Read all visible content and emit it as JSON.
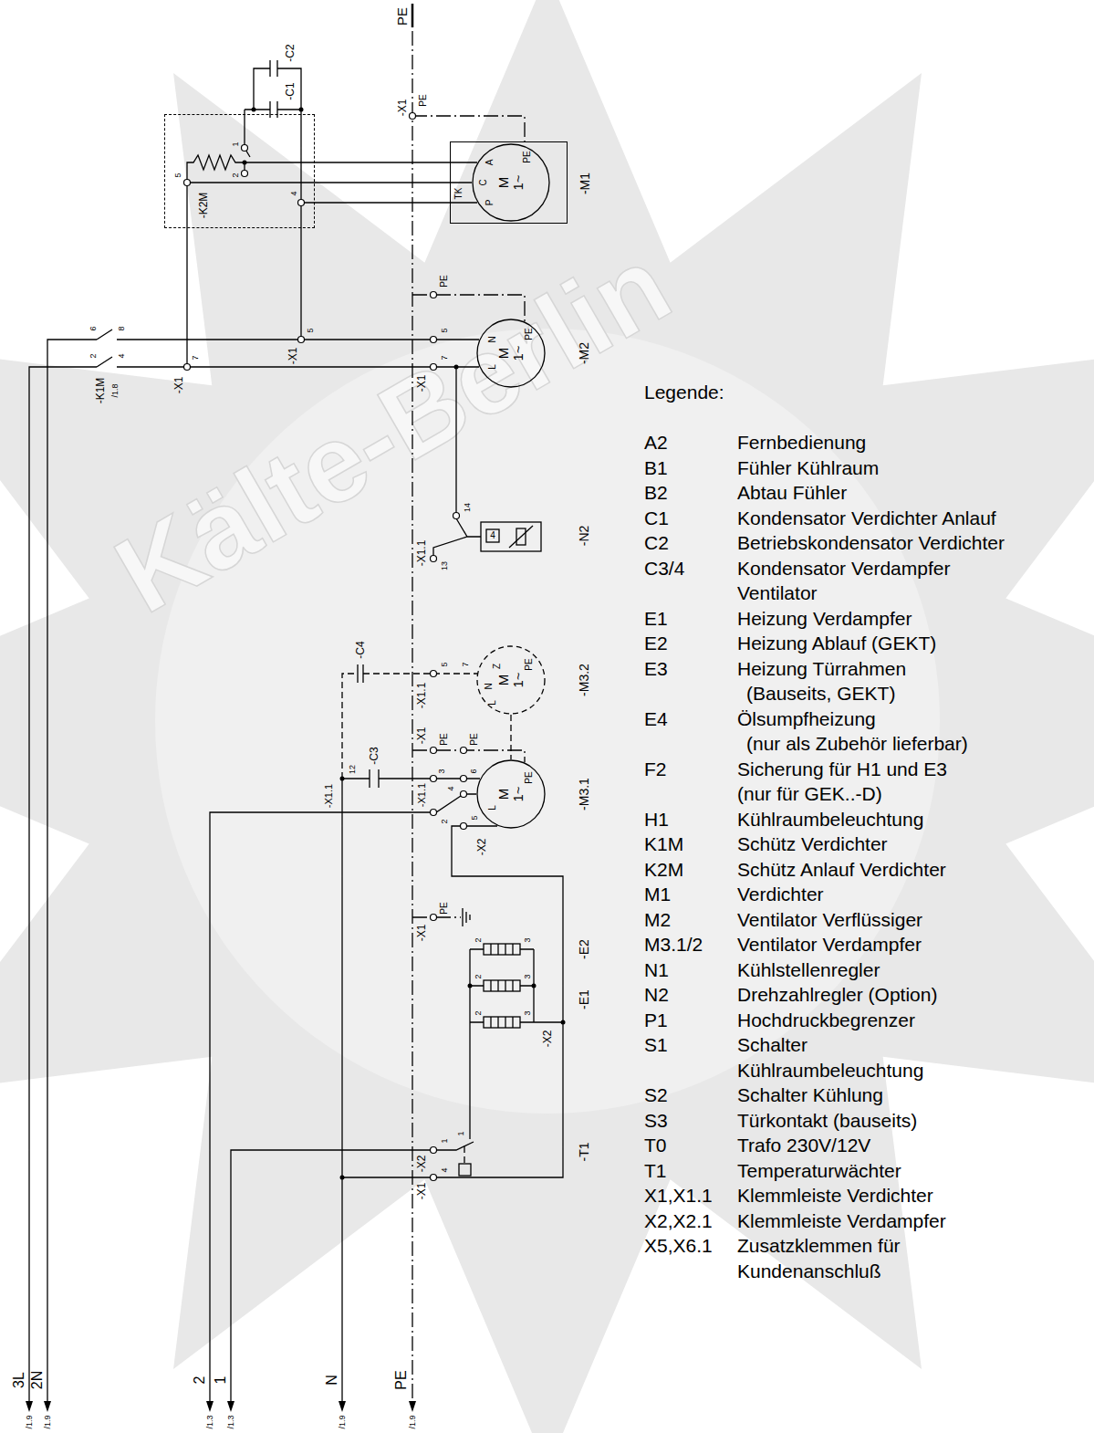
{
  "diagram": {
    "nodes": [
      {
        "text": [
          "-K2M"
        ]
      },
      {
        "text": [
          "-M1"
        ]
      },
      {
        "text": [
          "M",
          "1~"
        ],
        "in": 1
      },
      {
        "text": [
          "M",
          "1~"
        ]
      },
      {
        "text": [
          "M",
          "1~"
        ]
      },
      {
        "text": [
          "M",
          "1~"
        ]
      }
    ],
    "edges": [
      {
        "from": 0,
        "to": 2,
        "arrow": "none"
      },
      {
        "from": 0,
        "to": 2,
        "arrow": "none"
      },
      {
        "from": 0,
        "to": 2,
        "arrow": "none"
      },
      {
        "from": 4,
        "to": 5,
        "arrow": "none"
      }
    ],
    "labels": [
      "PE",
      "-C2",
      "-C1",
      "1",
      "2",
      "5",
      "4",
      "-X1",
      "PE",
      "TK",
      "A",
      "C",
      "P",
      "PE",
      "PE",
      "6",
      "8",
      "2",
      "4",
      "-K1M",
      "/1.8",
      "-X1",
      "7",
      "-X1",
      "5",
      "5",
      "-X1",
      "7",
      "N",
      "L",
      "PE",
      "-M2",
      "14",
      "4",
      "-X1.1",
      "13",
      "-N2",
      "-C4",
      "-X1.1",
      "5",
      "7",
      "Z",
      "N",
      "L",
      "PE",
      "-M3.2",
      "-X1",
      "PE",
      "PE",
      "-C3",
      "12",
      "-X1.1",
      "-X1.1",
      "3",
      "6",
      "2",
      "4",
      "5",
      "-X2",
      "L",
      "PE",
      "-M3.1",
      "-X1",
      "PE",
      "2",
      "3",
      "2",
      "3",
      "2",
      "3",
      "-E2",
      "-E1",
      "-X2",
      "1",
      "-X2",
      "1",
      "-T1",
      "4",
      "-X1",
      "3L",
      "2N",
      "/1.9",
      "/1.9",
      "2",
      "1",
      "/1.3",
      "/1.3",
      "N",
      "/1.9",
      "PE",
      "/1.9",
      "Legende:",
      "A2",
      "Fernbedienung",
      "B1",
      "Fühler Kühlraum",
      "B2",
      "Abtau Fühler",
      "C1",
      "Kondensator Verdichter Anlauf",
      "C2",
      "Betriebskondensator Verdichter",
      "C3/4",
      "Kondensator Verdampfer Ventilator",
      "E1",
      "Heizung Verdampfer",
      "E2",
      "Heizung Ablauf (GEKT)",
      "E3",
      "Heizung Türrahmen",
      "(Bauseits, GEKT)",
      "E4",
      "Ölsumpfheizung",
      "(nur als Zubehör lieferbar)",
      "F2",
      "Sicherung für H1 und E3",
      "(nur für GEK..-D)",
      "H1",
      "Kühlraumbeleuchtung",
      "K1M",
      "Schütz Verdichter",
      "K2M",
      "Schütz Anlauf Verdichter",
      "M1",
      "Verdichter",
      "M2",
      "Ventilator Verflüssiger",
      "M3.1/2",
      "Ventilator Verdampfer",
      "N1",
      "Kühlstellenregler",
      "N2",
      "Drehzahlregler (Option)",
      "P1",
      "Hochdruckbegrenzer",
      "S1",
      "Schalter Kühlraumbeleuchtung",
      "S2",
      "Schalter Kühlung",
      "S3",
      "Türkontakt (bauseits)",
      "T0",
      "Trafo 230V/12V",
      "T1",
      "Temperaturwächter",
      "X1,X1.1",
      "Klemmleiste Verdichter",
      "X2,X2.1",
      "Klemmleiste Verdampfer",
      "X5,X6.1",
      "Zusatzklemmen für Kundenanschluß",
      "Kälte-Berlin"
    ]
  }
}
